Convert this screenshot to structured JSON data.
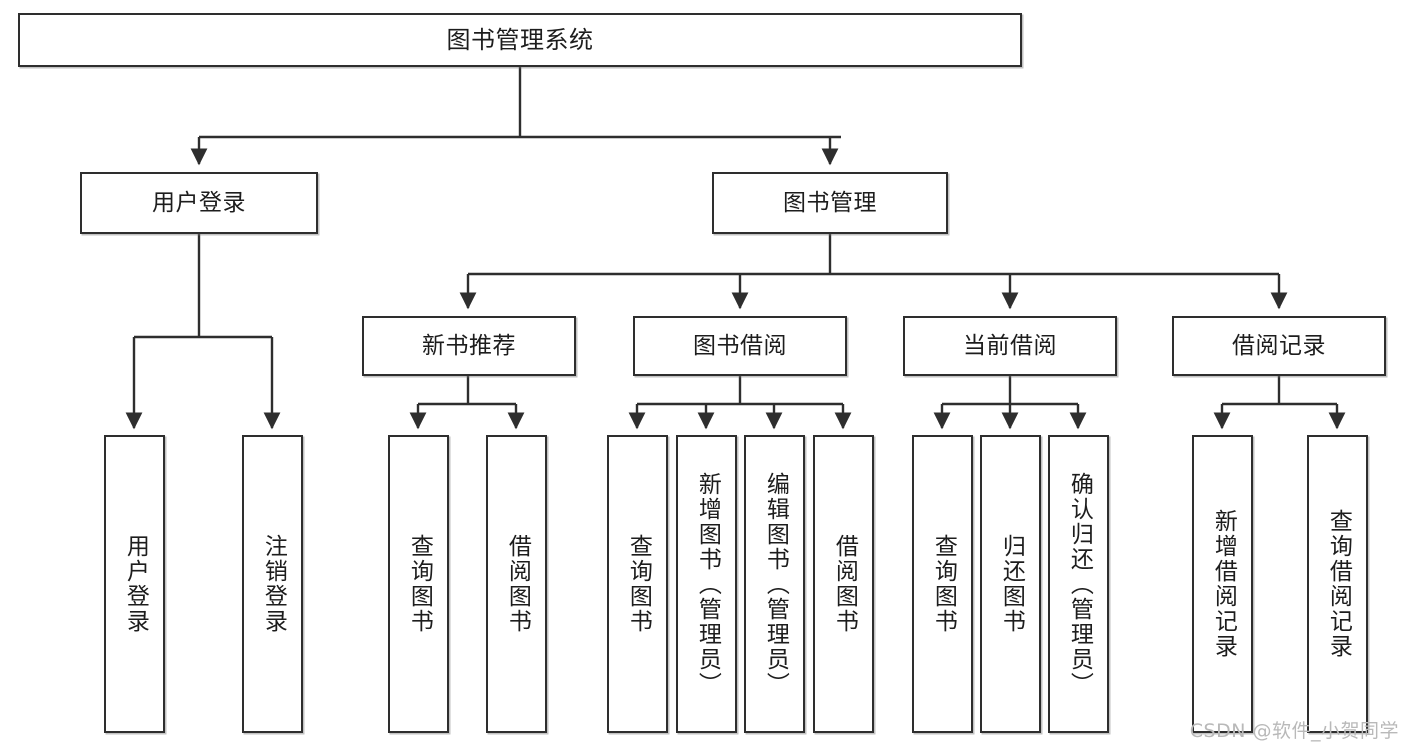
{
  "diagram": {
    "title": "图书管理系统",
    "type": "tree-hierarchy",
    "colors": {
      "box_border": "#2e2e2e",
      "box_fill": "#ffffff",
      "text": "#1d1d1d",
      "connector": "#2e2e2e",
      "watermark": "#b9b9b9",
      "background": "#ffffff"
    },
    "nodes": {
      "root": {
        "label": "图书管理系统"
      },
      "level2": [
        {
          "id": "user-login",
          "label": "用户登录"
        },
        {
          "id": "book-management",
          "label": "图书管理"
        }
      ],
      "level3": [
        {
          "id": "new-book-recommend",
          "label": "新书推荐"
        },
        {
          "id": "book-borrow",
          "label": "图书借阅"
        },
        {
          "id": "current-borrow",
          "label": "当前借阅"
        },
        {
          "id": "borrow-record",
          "label": "借阅记录"
        }
      ],
      "leaves": {
        "user_login": [
          {
            "id": "leaf-user-login",
            "label": "用户登录"
          },
          {
            "id": "leaf-logout-login",
            "label": "注销登录"
          }
        ],
        "new_book_recommend": [
          {
            "id": "leaf-query-book-1",
            "label": "查询图书"
          },
          {
            "id": "leaf-borrow-book-1",
            "label": "借阅图书"
          }
        ],
        "book_borrow": [
          {
            "id": "leaf-query-book-2",
            "label": "查询图书"
          },
          {
            "id": "leaf-add-book",
            "label": "新增图书（管理员）"
          },
          {
            "id": "leaf-edit-book",
            "label": "编辑图书（管理员）"
          },
          {
            "id": "leaf-borrow-book-2",
            "label": "借阅图书"
          }
        ],
        "current_borrow": [
          {
            "id": "leaf-query-book-3",
            "label": "查询图书"
          },
          {
            "id": "leaf-return-book",
            "label": "归还图书"
          },
          {
            "id": "leaf-confirm-return",
            "label": "确认归还（管理员）"
          }
        ],
        "borrow_record": [
          {
            "id": "leaf-add-borrow-record",
            "label": "新增借阅记录"
          },
          {
            "id": "leaf-query-borrow-record",
            "label": "查询借阅记录"
          }
        ]
      }
    },
    "watermark": "CSDN @软件_小贺同学"
  }
}
